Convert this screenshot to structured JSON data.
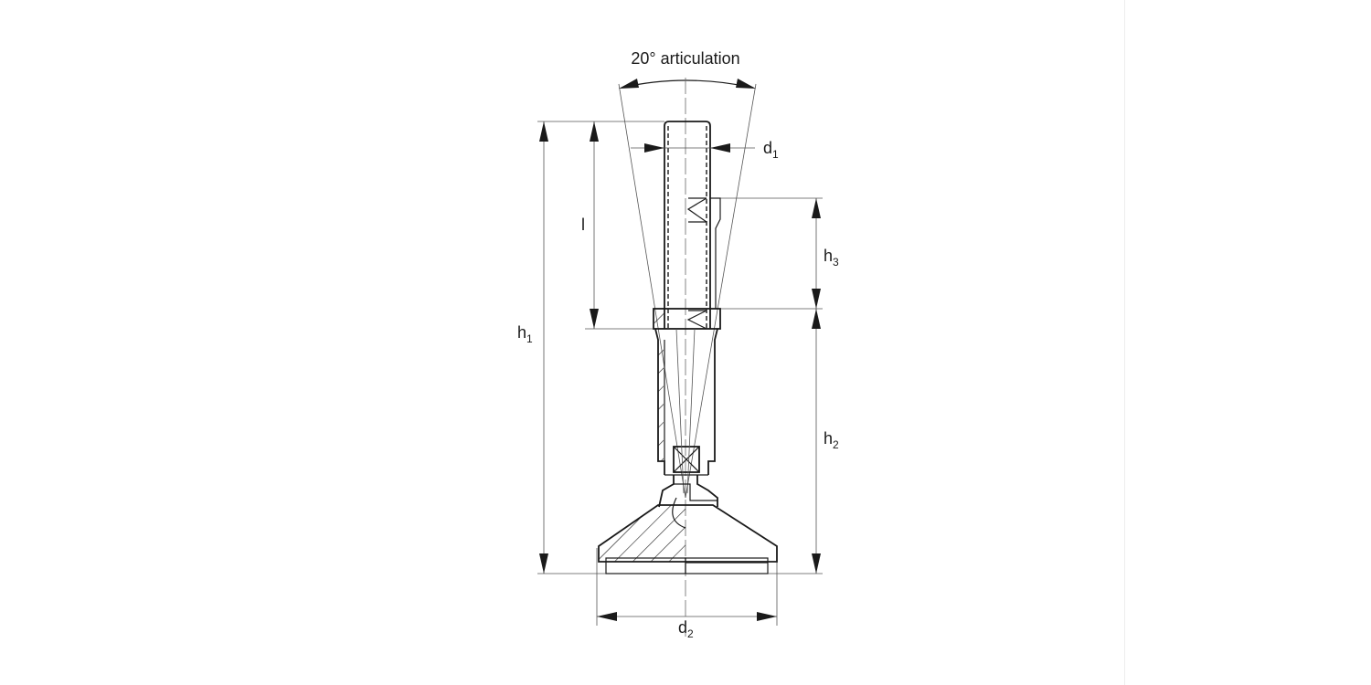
{
  "labels": {
    "articulation": "20° articulation",
    "d1": {
      "base": "d",
      "sub": "1"
    },
    "d2": {
      "base": "d",
      "sub": "2"
    },
    "h1": {
      "base": "h",
      "sub": "1"
    },
    "h2": {
      "base": "h",
      "sub": "2"
    },
    "h3": {
      "base": "h",
      "sub": "3"
    },
    "l": "l"
  },
  "colors": {
    "line": "#1a1a1a",
    "background": "#ffffff"
  }
}
